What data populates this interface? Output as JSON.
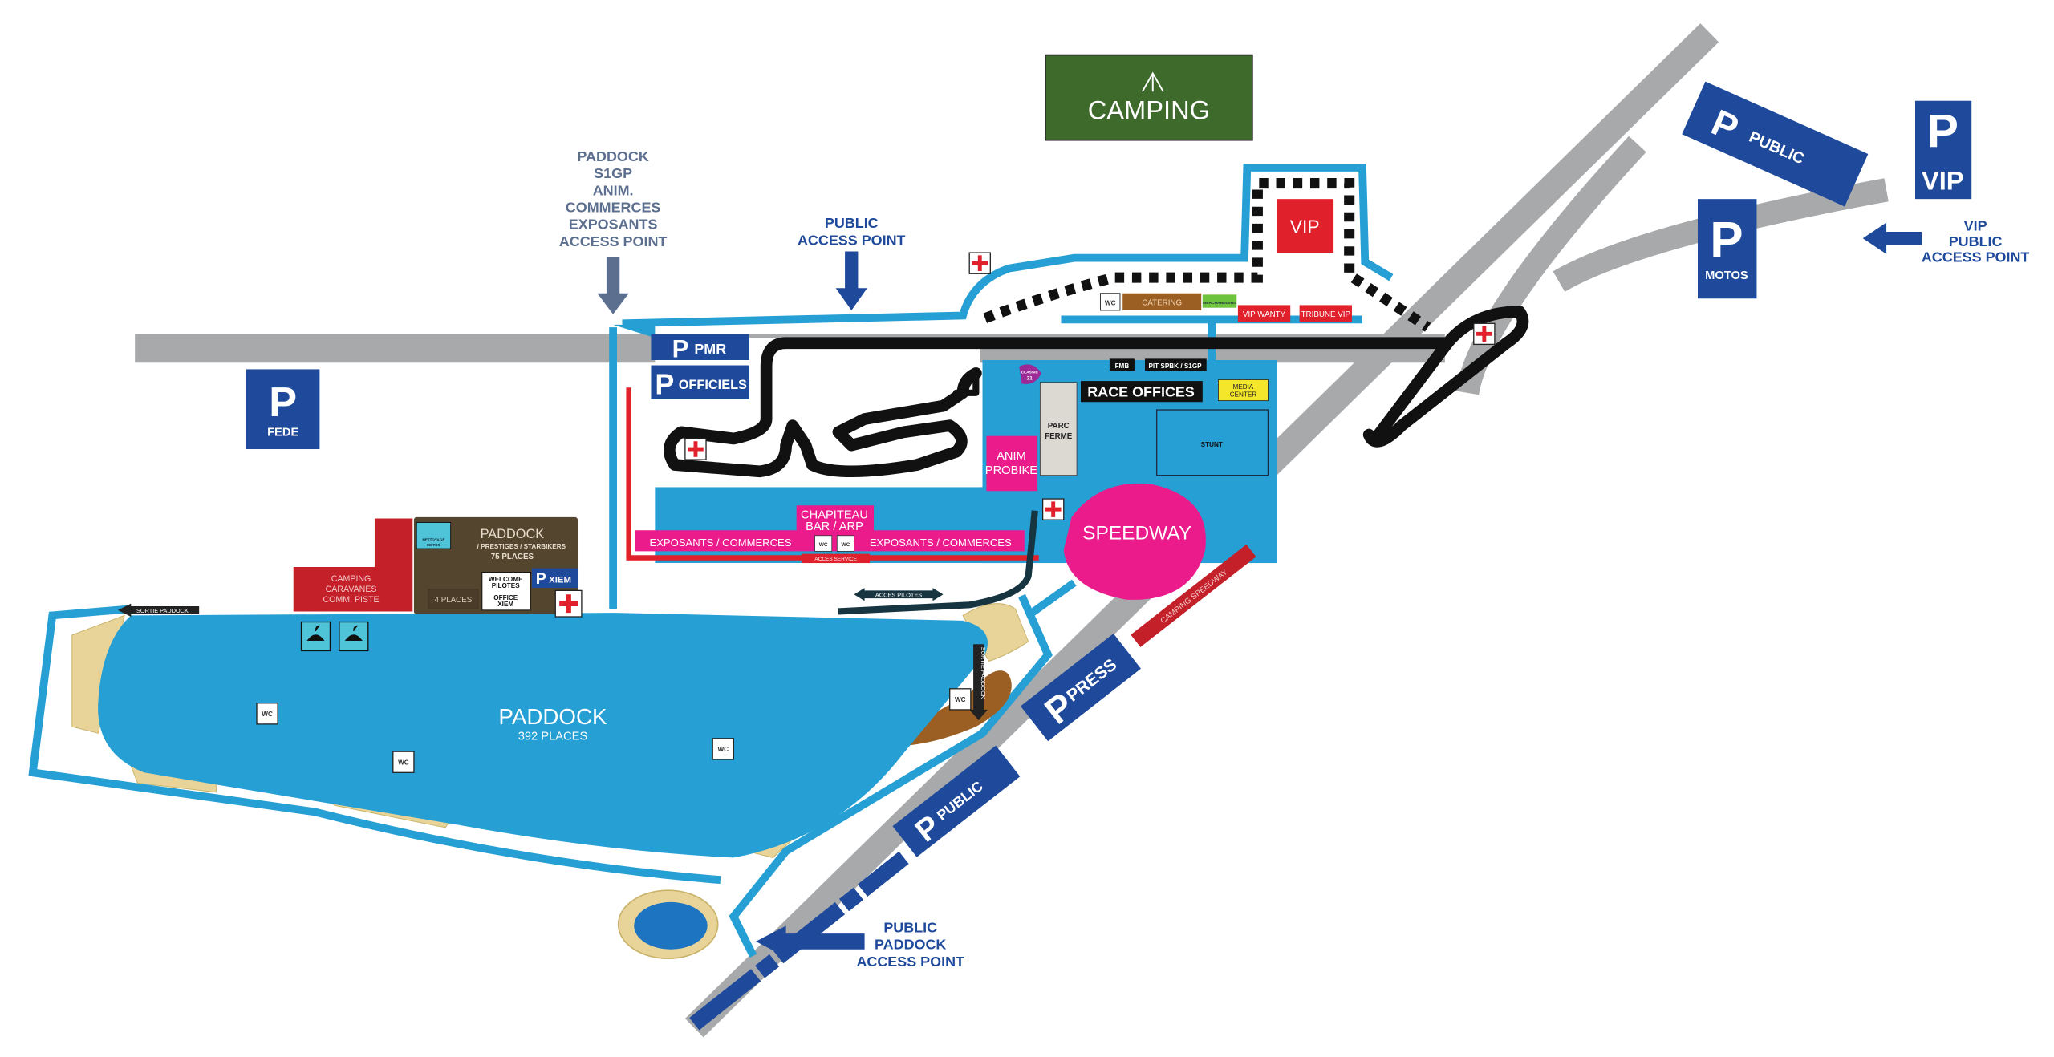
{
  "map": {
    "camping": "CAMPING",
    "parking": {
      "fede": {
        "p": "P",
        "label": "FEDE"
      },
      "public_top": {
        "p": "P",
        "label": "PUBLIC"
      },
      "vip": {
        "p": "P",
        "label": "VIP"
      },
      "motos": {
        "p": "P",
        "label": "MOTOS"
      },
      "pmr": {
        "p": "P",
        "label": "PMR"
      },
      "officiels": {
        "p": "P",
        "label": "OFFICIELS"
      },
      "xiem": {
        "p": "P",
        "label": "XIEM"
      },
      "press": {
        "p": "P",
        "label": "PRESS"
      },
      "public_bottom": {
        "p": "P",
        "label": "PUBLIC"
      }
    },
    "access_points": {
      "paddock_s1gp": [
        "PADDOCK",
        "S1GP",
        "ANIM.",
        "COMMERCES",
        "EXPOSANTS",
        "ACCESS POINT"
      ],
      "public": [
        "PUBLIC",
        "ACCESS POINT"
      ],
      "vip_public": [
        "VIP",
        "PUBLIC",
        "ACCESS POINT"
      ],
      "public_paddock": [
        "PUBLIC",
        "PADDOCK",
        "ACCESS POINT"
      ]
    },
    "zones": {
      "vip": "VIP",
      "wc": "WC",
      "catering": "CATERING",
      "merchandising": "MERCHANDISING",
      "vip_wanty": "VIP WANTY",
      "tribune_vip": "TRIBUNE VIP",
      "fmb": "FMB",
      "pit": "PIT SPBK / S1GP",
      "classic": [
        "CLASSIC",
        "21"
      ],
      "race_offices": "RACE OFFICES",
      "media_center": [
        "MEDIA",
        "CENTER"
      ],
      "parc_ferme": [
        "PARC",
        "FERME"
      ],
      "stunt": "STUNT",
      "anim_probike": [
        "ANIM",
        "PROBIKE"
      ],
      "speedway": "SPEEDWAY",
      "camping_speedway": "CAMPING SPEEDWAY",
      "chapiteau": [
        "CHAPITEAU",
        "BAR / ARP"
      ],
      "exposants_left": "EXPOSANTS / COMMERCES",
      "exposants_right": "EXPOSANTS / COMMERCES",
      "acces_service": "ACCES SERVICE",
      "acces_pilotes": "ACCES PILOTES",
      "sortie_paddock_left": "SORTIE PADDOCK",
      "sortie_paddock_right": "SORTIE PADDOCK",
      "paddock_main": {
        "title": "PADDOCK",
        "places": "392 PLACES"
      },
      "paddock_prestige": {
        "title": "PADDOCK",
        "sub": "/ PRESTIGES / STARBIKERS",
        "places": "75 PLACES",
        "four": "4 PLACES"
      },
      "nettoyage": [
        "NETTOYAGE",
        "MOTOS"
      ],
      "welcome": [
        "WELCOME",
        "PILOTES",
        "OFFICE",
        "XIEM"
      ],
      "camping_caravanes": [
        "CAMPING",
        "CARAVANES",
        "COMM. PISTE"
      ]
    },
    "colors": {
      "blue": "#259fd4",
      "navy": "#1f4a9b",
      "road": "#a7a9ab",
      "pink": "#ec1b8c",
      "red": "#e0202a",
      "brown": "#54452f",
      "camping_green": "#3e6b2c"
    }
  }
}
